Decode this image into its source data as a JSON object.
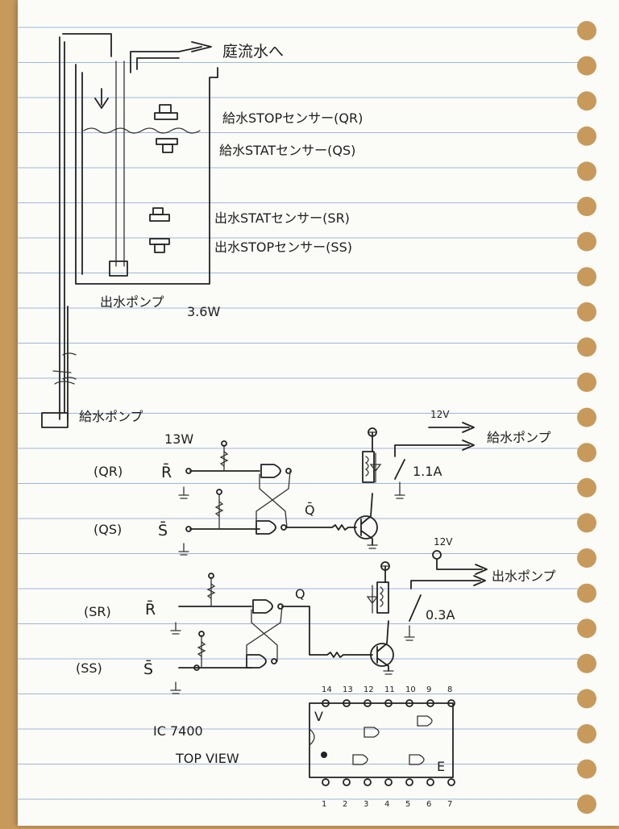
{
  "tank": {
    "overflow_label": "庭流水へ",
    "sensor_qr": "給水STOPセンサー(QR)",
    "sensor_qs": "給水STATセンサー(QS)",
    "sensor_sr": "出水STATセンサー(SR)",
    "sensor_ss": "出水STOPセンサー(SS)",
    "out_pump_label": "出水ポンプ",
    "out_pump_power": "3.6W",
    "in_pump_label": "給水ポンプ"
  },
  "circuit1": {
    "power_label": "13W",
    "input_r_name": "(QR)",
    "input_r_signal": "R̄",
    "input_s_name": "(QS)",
    "input_s_signal": "S̄",
    "q_label": "Q̄",
    "supply": "12V",
    "load_label": "給水ポンプ",
    "current": "1.1A"
  },
  "circuit2": {
    "input_r_name": "(SR)",
    "input_r_signal": "R̄",
    "input_s_name": "(SS)",
    "input_s_signal": "S̄",
    "q_label": "Q",
    "supply": "12V",
    "load_label": "出水ポンプ",
    "current": "0.3A"
  },
  "ic": {
    "title": "IC 7400",
    "subtitle": "TOP VIEW",
    "top_pins": [
      "14",
      "13",
      "12",
      "11",
      "10",
      "9",
      "8"
    ],
    "bottom_pins": [
      "1",
      "2",
      "3",
      "4",
      "5",
      "6",
      "7"
    ],
    "vcc_label": "V",
    "gnd_label": "E"
  }
}
